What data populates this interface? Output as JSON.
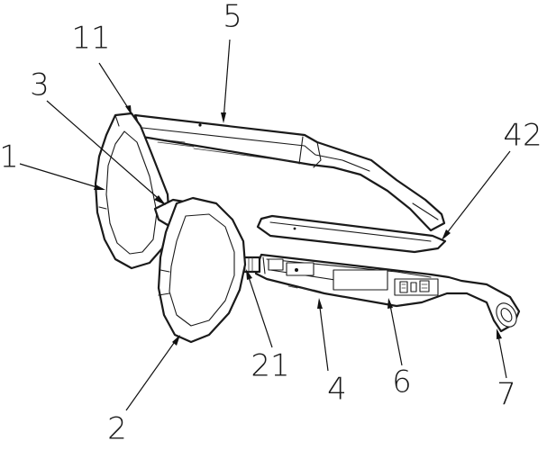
{
  "labels": {
    "frame_left": "1",
    "lens_rim_right": "2",
    "bridge": "3",
    "temple_right": "4",
    "temple_left": "5",
    "circuit_board": "6",
    "temple_tip": "7",
    "hinge_left": "11",
    "hinge_right": "21",
    "temple_cover": "42"
  },
  "colors": {
    "line": "#1a1a1a",
    "background": "#ffffff"
  }
}
